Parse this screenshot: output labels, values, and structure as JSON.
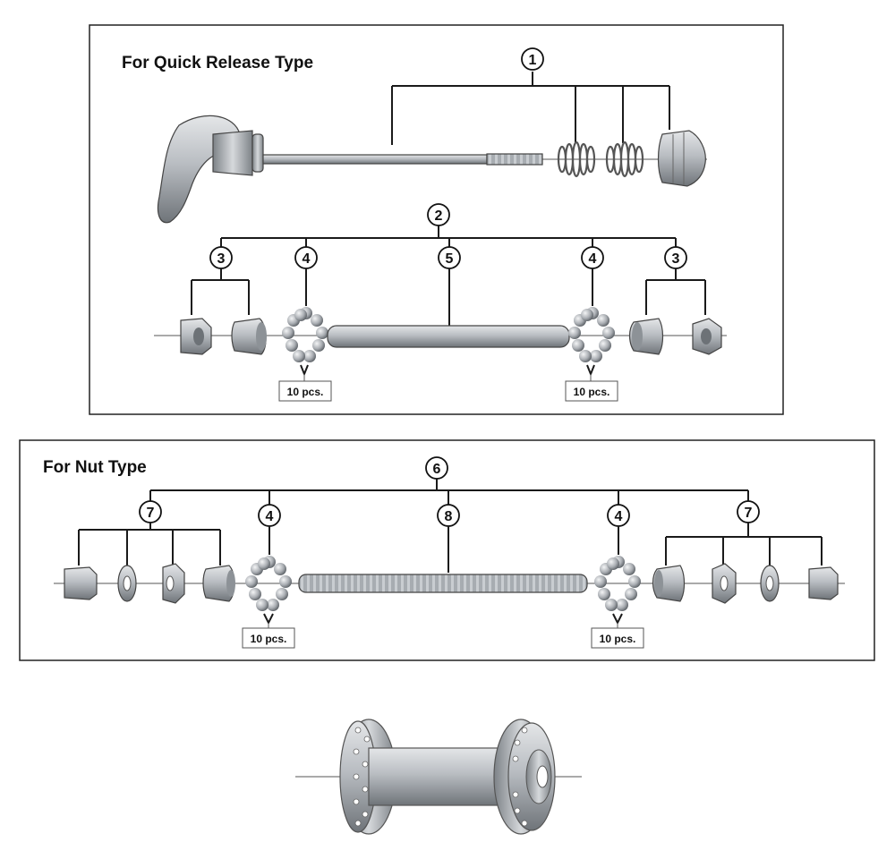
{
  "colors": {
    "part_fill_light": "#c9cdd1",
    "part_fill_mid": "#9ea3a8",
    "part_fill_dark": "#6d7277",
    "line": "#1a1a1a"
  },
  "quick_release": {
    "title": "For Quick Release Type",
    "callouts": [
      "1",
      "2",
      "3",
      "4",
      "5",
      "4",
      "3"
    ],
    "qty_left": "10 pcs.",
    "qty_right": "10 pcs."
  },
  "nut_type": {
    "title": "For Nut Type",
    "callouts": [
      "6",
      "7",
      "4",
      "8",
      "4",
      "7"
    ],
    "qty_left": "10 pcs.",
    "qty_right": "10 pcs."
  },
  "icons": {
    "skewer": "quick-release-skewer-icon",
    "spring": "spring-icon",
    "nut": "hex-nut-icon",
    "cone": "cone-icon",
    "balls": "ball-bearing-icon",
    "axle": "axle-icon",
    "washer": "washer-icon",
    "hub": "hub-body-icon"
  }
}
